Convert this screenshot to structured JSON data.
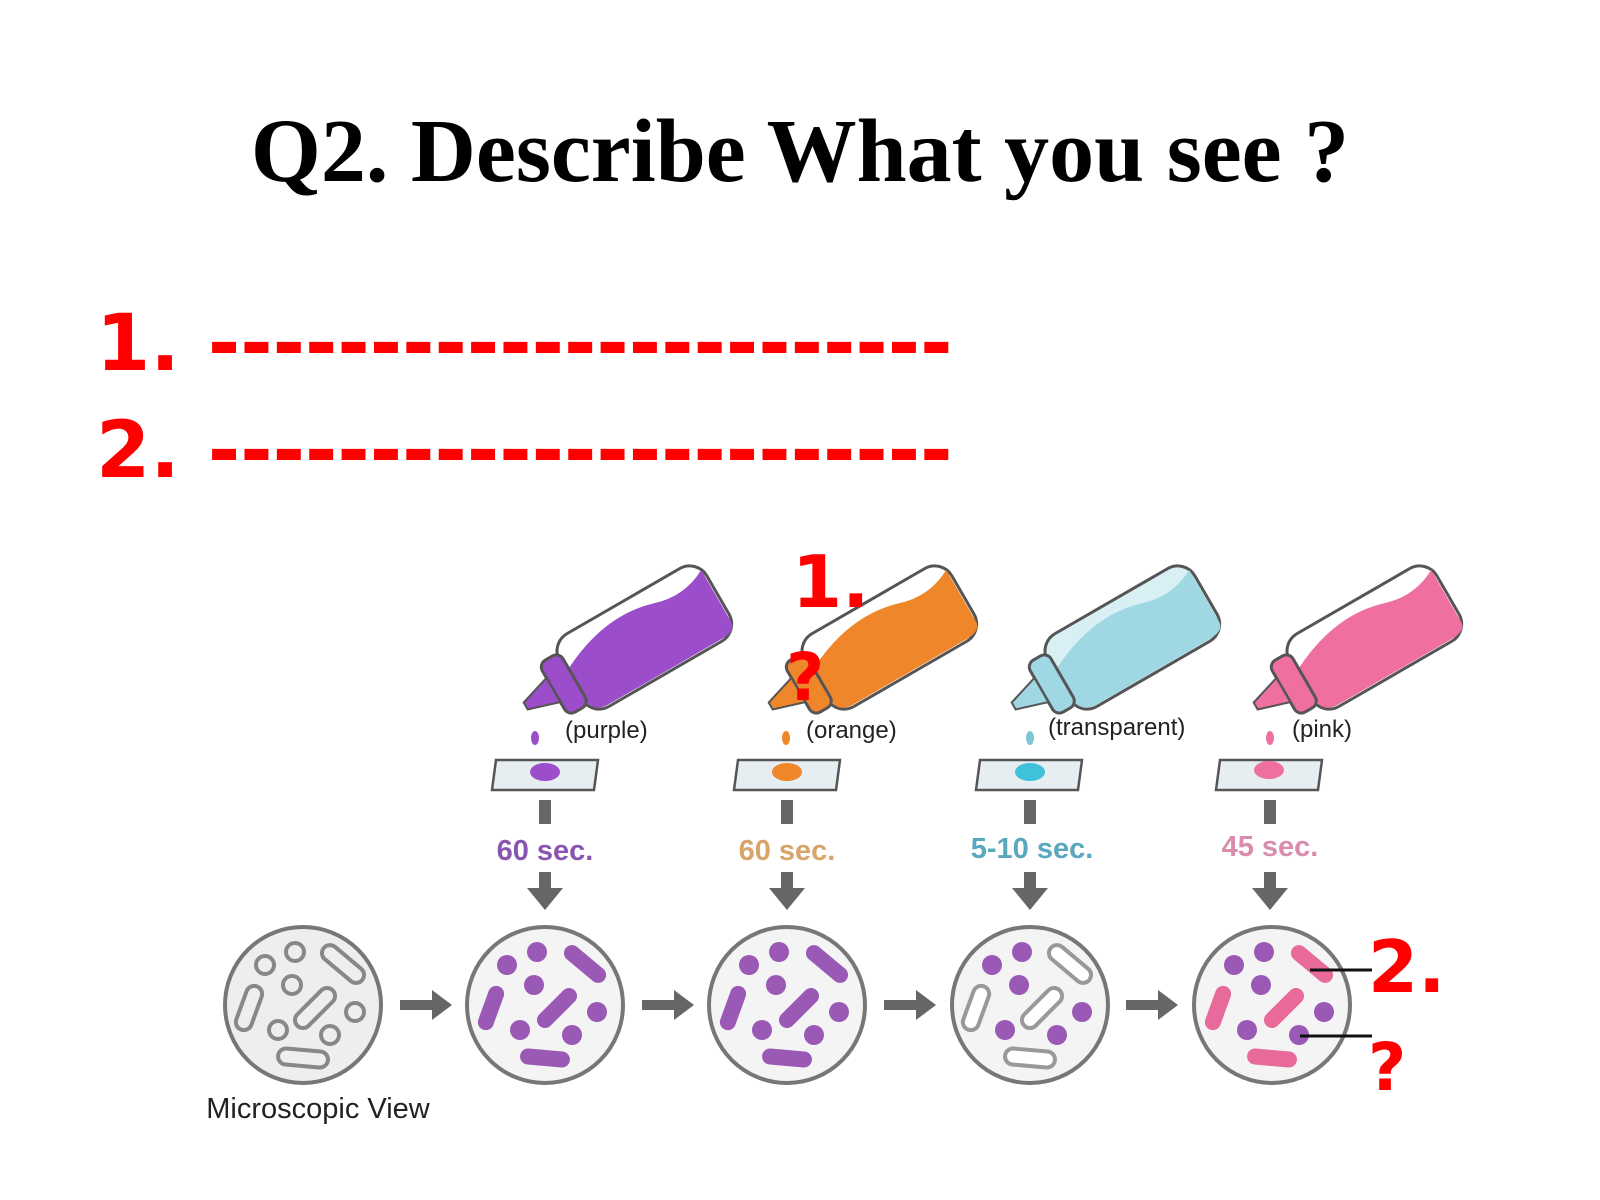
{
  "question": {
    "title": "Q2. Describe What you see ?"
  },
  "answers": [
    {
      "number": "1.",
      "blank": "-----------------------"
    },
    {
      "number": "2.",
      "blank": "-----------------------"
    }
  ],
  "diagram": {
    "steps": [
      {
        "color_label": "(purple)",
        "time": "60 sec.",
        "color": "#9b4dca",
        "time_color": "#8a55b0"
      },
      {
        "color_label": "(orange)",
        "time": "60 sec.",
        "color": "#f0862a",
        "time_color": "#d9a46a"
      },
      {
        "color_label": "(transparent)",
        "time": "5-10 sec.",
        "color": "#9fd8e3",
        "time_color": "#5aa8bd"
      },
      {
        "color_label": "(pink)",
        "time": "45 sec.",
        "color": "#ef6fa0",
        "time_color": "#d98cae"
      }
    ],
    "microscopic_view_label": "Microscopic View",
    "callout_1": {
      "number": "1.",
      "mark": "?"
    },
    "callout_2": {
      "number": "2.",
      "mark": "?"
    }
  },
  "colors": {
    "accent_red": "#ff0000",
    "cell_purple": "#9b59b6",
    "cell_pink": "#e86a9a",
    "arrow_gray": "#666666"
  }
}
